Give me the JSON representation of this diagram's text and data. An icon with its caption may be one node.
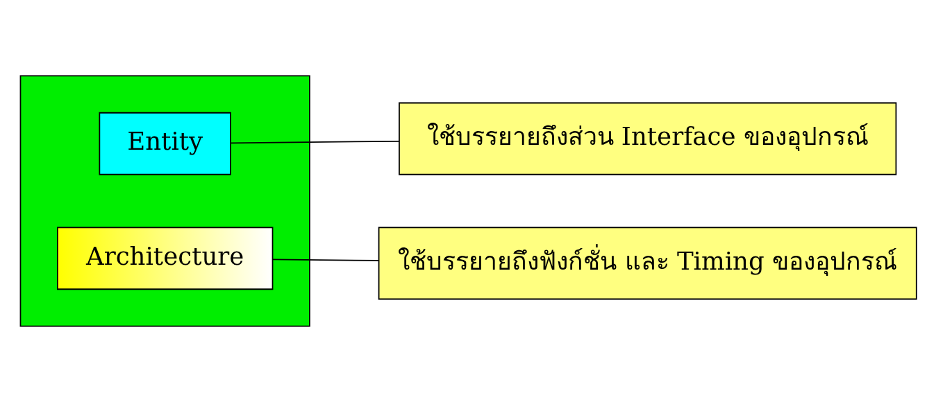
{
  "diagram": {
    "nodes": [
      {
        "text": [],
        "shape": "box"
      },
      {
        "text": [
          "Entity"
        ],
        "in": 0
      },
      {
        "text": [
          "Architecture"
        ],
        "in": 0
      },
      {
        "text": [
          "ใช้บรรยายถึงส่วน Interface ของอุปกรณ์"
        ]
      },
      {
        "text": [
          "ใช้บรรยายถึงฟังก์ชั่น และ Timing ของอุปกรณ์"
        ]
      }
    ],
    "edges": [
      {
        "from": 3,
        "to": 1,
        "arrow": "none"
      },
      {
        "from": 4,
        "to": 2,
        "arrow": "none"
      }
    ]
  }
}
